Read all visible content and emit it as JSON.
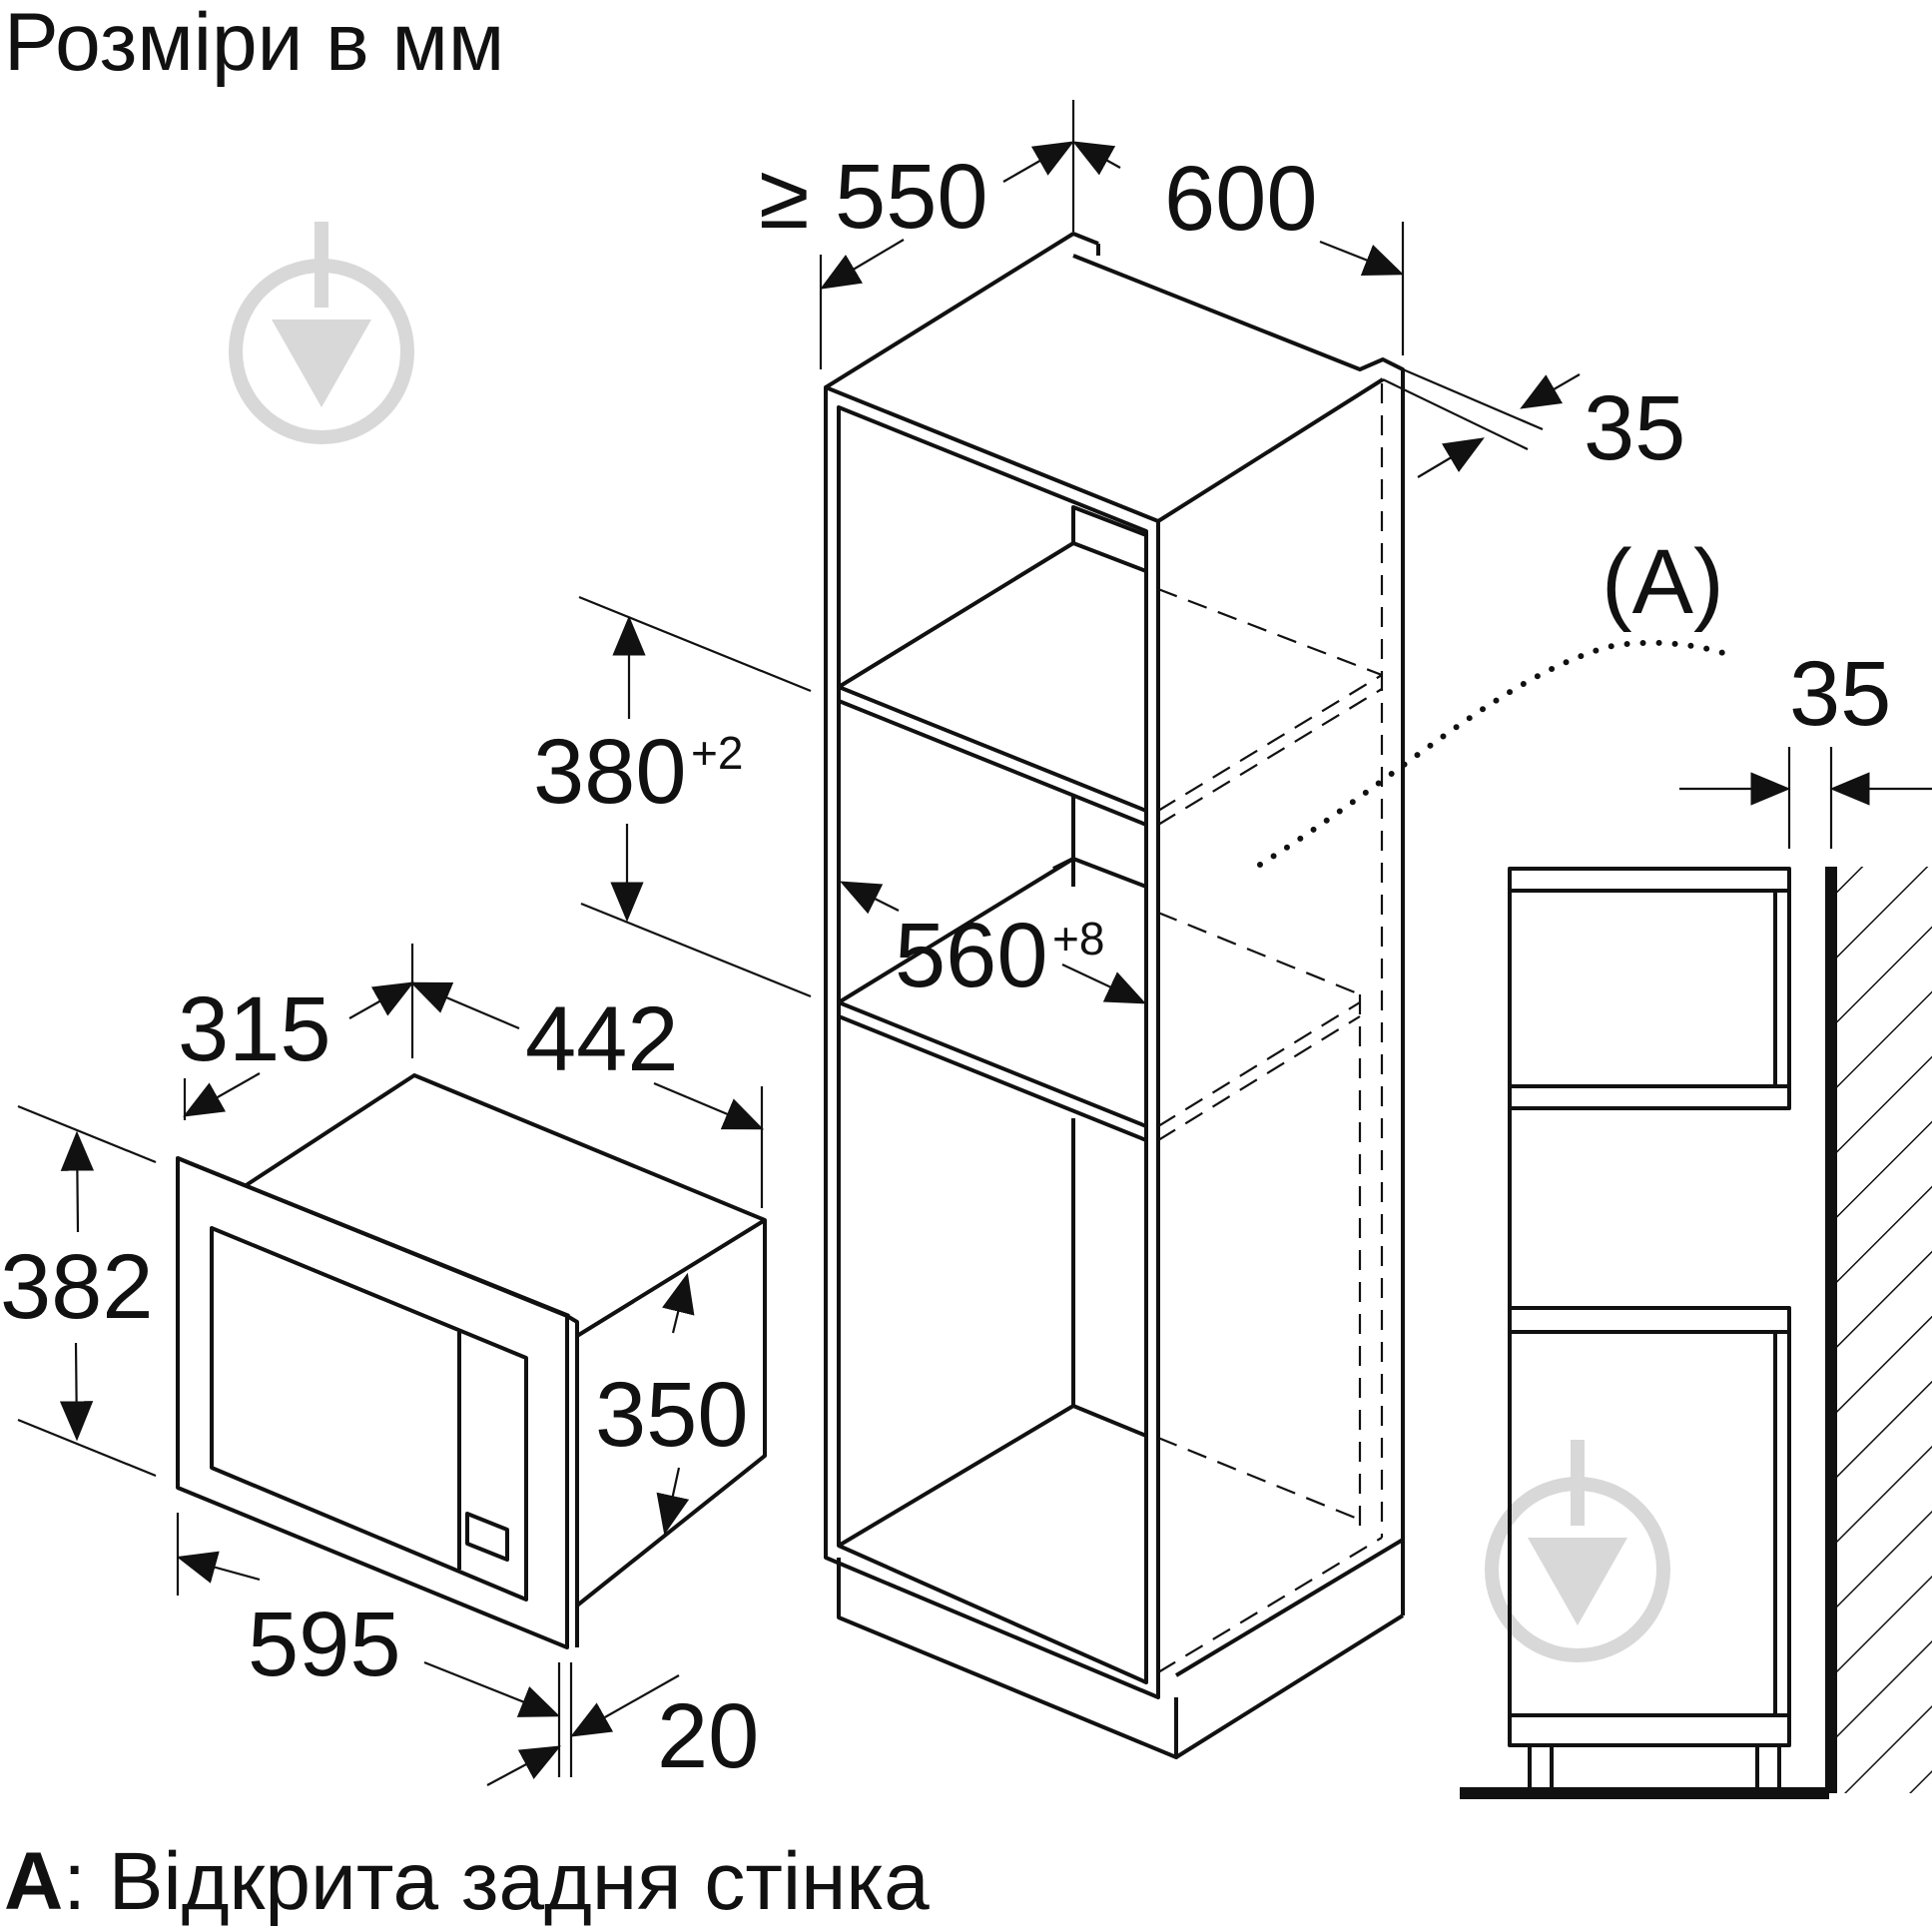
{
  "title": "Розміри в мм",
  "footnote": {
    "key": "A",
    "text": ": Відкрита задня стінка"
  },
  "callout": "(A)",
  "microwave": {
    "height_outer": "382",
    "depth": "315",
    "width_top": "442",
    "height_inner": "350",
    "width_front": "595",
    "door_thickness": "20"
  },
  "cabinet": {
    "depth_min": "≥ 550",
    "width": "600",
    "rear_gap": "35",
    "niche_height": "380",
    "niche_height_tol": "+2",
    "niche_width": "560",
    "niche_width_tol": "+8"
  },
  "side_view": {
    "rear_gap": "35"
  }
}
